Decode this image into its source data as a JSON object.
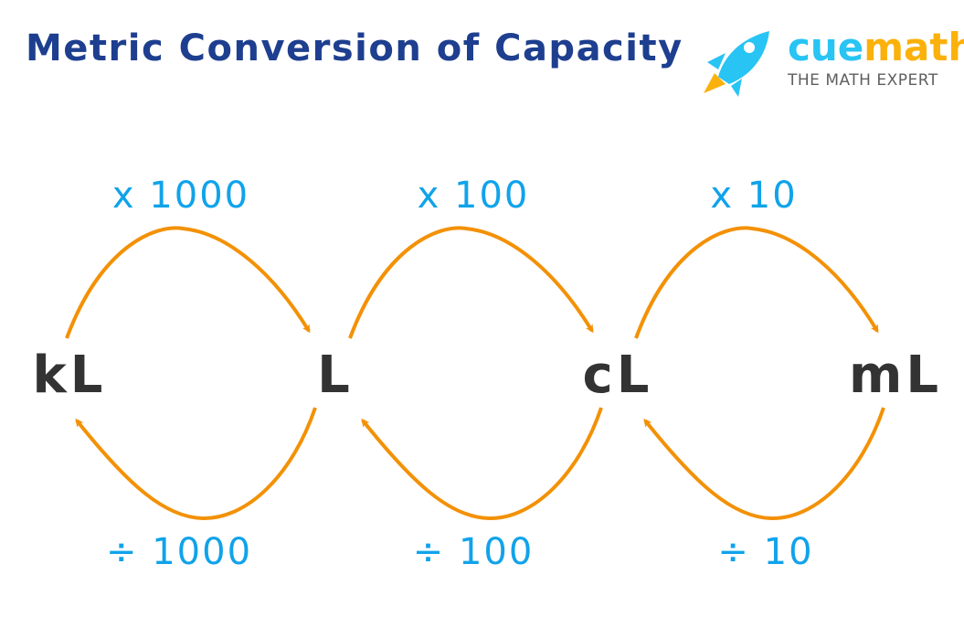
{
  "title": "Metric Conversion of Capacity",
  "logo": {
    "icon": "rocket-icon",
    "brand_part1": "cue",
    "brand_part2": "math",
    "tagline": "THE MATH EXPERT"
  },
  "colors": {
    "title": "#1e3f8f",
    "unit_text": "#333333",
    "operator_text": "#10a3ea",
    "arrow": "#f39106",
    "brand_cyan": "#28c4f4",
    "brand_orange": "#fbb10b"
  },
  "units": [
    {
      "label": "kL"
    },
    {
      "label": "L"
    },
    {
      "label": "cL"
    },
    {
      "label": "mL"
    }
  ],
  "conversions": [
    {
      "from": "kL",
      "to": "L",
      "multiply": "x 1000",
      "divide": "÷ 1000"
    },
    {
      "from": "L",
      "to": "cL",
      "multiply": "x 100",
      "divide": "÷ 100"
    },
    {
      "from": "cL",
      "to": "mL",
      "multiply": "x 10",
      "divide": "÷ 10"
    }
  ]
}
